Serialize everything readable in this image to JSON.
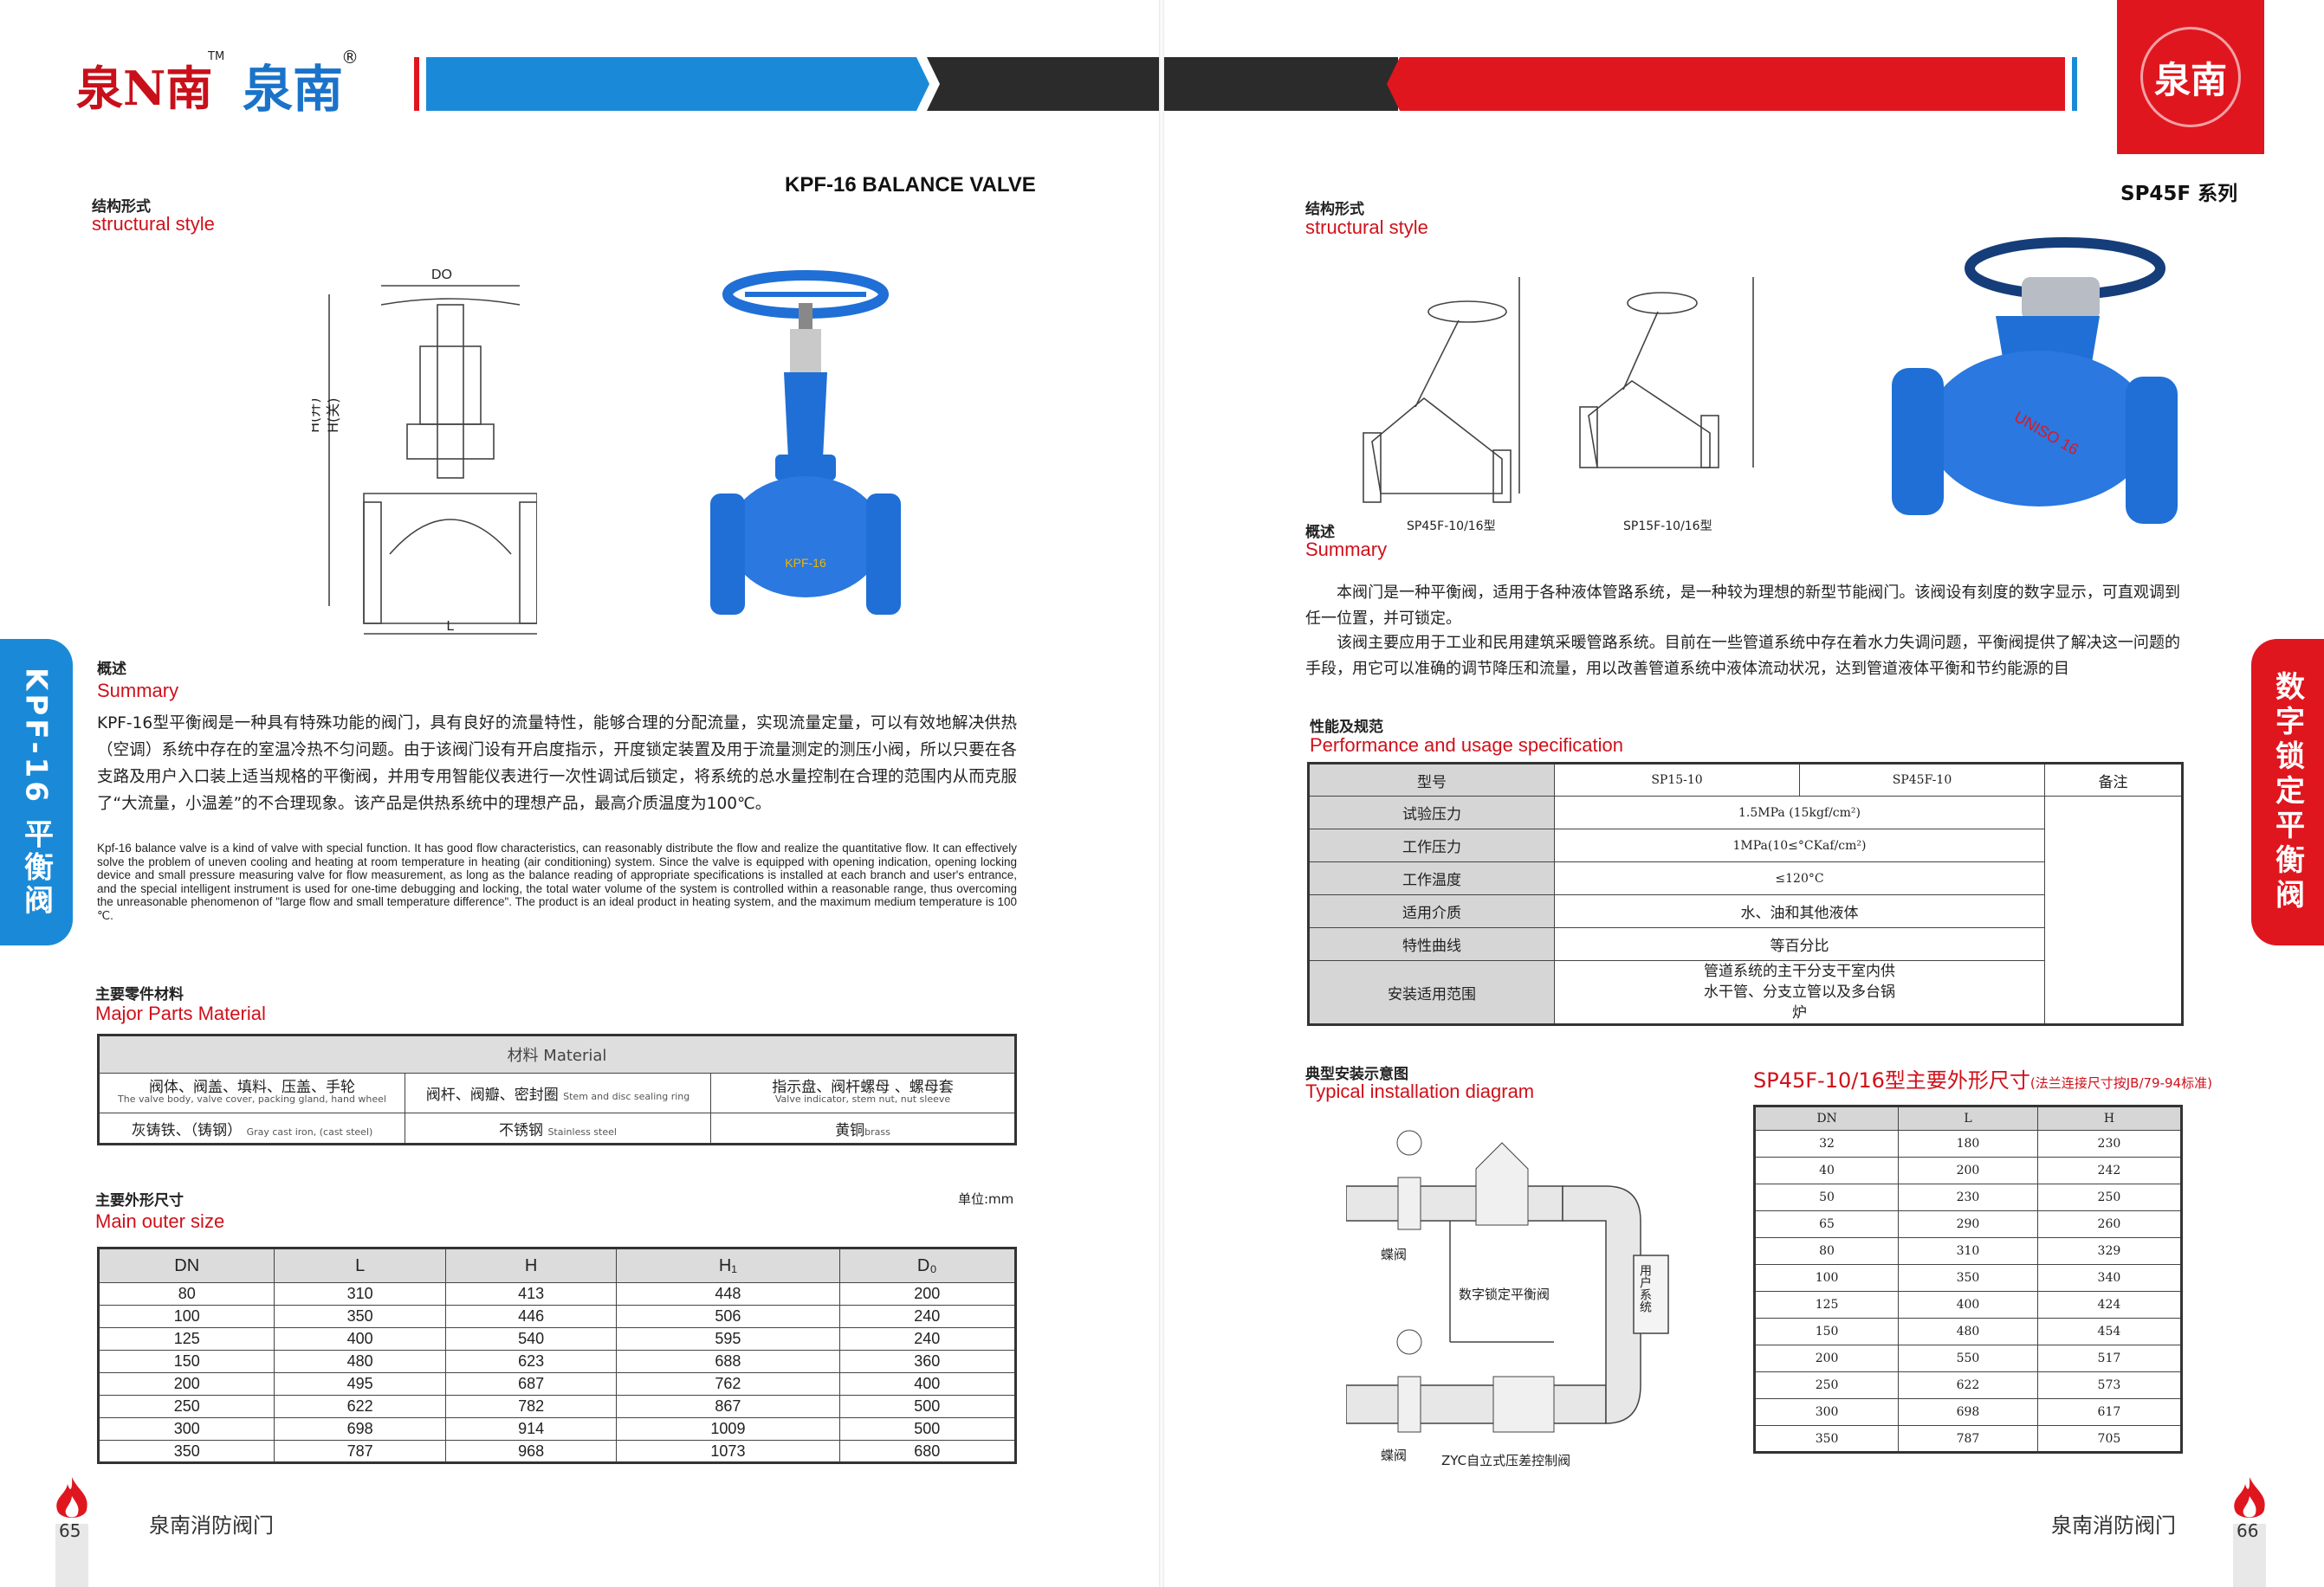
{
  "brand": {
    "mark": "泉N南",
    "tm": "TM",
    "name": "泉南",
    "reg": "®",
    "emblem": "泉南"
  },
  "colors": {
    "blue": "#1a8ad8",
    "red": "#e0161f",
    "dark": "#2b2b2b",
    "valve_blue": "#1f6fd6"
  },
  "left": {
    "product_title": "KPF-16 BALANCE VALVE",
    "structural_cn": "结构形式",
    "structural_en": "structural style",
    "drawing_labels": {
      "do": "DO",
      "h_open": "H(开)",
      "h_close": "H(关)",
      "l": "L"
    },
    "valve_marking": "KPF-16",
    "summary_cn": "概述",
    "summary_en": "Summary",
    "summary_text_cn": "KPF-16型平衡阀是一种具有特殊功能的阀门，具有良好的流量特性，能够合理的分配流量，实现流量定量，可以有效地解决供热（空调）系统中存在的室温冷热不匀问题。由于该阀门设有开启度指示，开度锁定装置及用于流量测定的测压小阀，所以只要在各支路及用户入口装上适当规格的平衡阀，并用专用智能仪表进行一次性调试后锁定，将系统的总水量控制在合理的范围内从而克服了“大流量，小温差”的不合理现象。该产品是供热系统中的理想产品，最高介质温度为100℃。",
    "summary_text_en": "Kpf-16 balance valve is a kind of valve with special function. It has good flow characteristics, can reasonably distribute the flow and realize the quantitative flow. It can effectively solve the problem of uneven cooling and heating at room temperature in heating (air conditioning) system. Since the valve is equipped with opening indication, opening locking device and small pressure measuring valve for flow measurement, as long as the balance reading of appropriate specifications is installed at each branch and user's entrance, and the special intelligent instrument is used for one-time debugging and locking, the total water volume of the system is controlled within a reasonable range, thus overcoming the unreasonable phenomenon of \"large flow and small temperature difference\". The product is an ideal product in heating system, and the maximum medium temperature is 100 ℃.",
    "parts_cn": "主要零件材料",
    "parts_en": "Major Parts Material",
    "parts_table": {
      "header": "材料 Material",
      "cols": [
        {
          "cn": "阀体、阀盖、填料、压盖、手轮",
          "en": "The valve body, valve cover, packing gland, hand wheel"
        },
        {
          "cn": "阀杆、阀瓣、密封圈",
          "en": "Stem and disc sealing ring"
        },
        {
          "cn": "指示盘、阀杆螺母 、螺母套",
          "en": "Valve indicator, stem nut, nut sleeve"
        }
      ],
      "materials": [
        {
          "cn": "灰铸铁、（铸钢）",
          "en": "Gray cast iron, (cast steel)"
        },
        {
          "cn": "不锈钢",
          "en": "Stainless steel"
        },
        {
          "cn": "黄铜",
          "en": "brass"
        }
      ]
    },
    "size_cn": "主要外形尺寸",
    "size_en": "Main outer size",
    "unit": "单位:mm",
    "size_table": {
      "headers": [
        "DN",
        "L",
        "H",
        "H₁",
        "D₀"
      ],
      "rows": [
        [
          "80",
          "310",
          "413",
          "448",
          "200"
        ],
        [
          "100",
          "350",
          "446",
          "506",
          "240"
        ],
        [
          "125",
          "400",
          "540",
          "595",
          "240"
        ],
        [
          "150",
          "480",
          "623",
          "688",
          "360"
        ],
        [
          "200",
          "495",
          "687",
          "762",
          "400"
        ],
        [
          "250",
          "622",
          "782",
          "867",
          "500"
        ],
        [
          "300",
          "698",
          "914",
          "1009",
          "500"
        ],
        [
          "350",
          "787",
          "968",
          "1073",
          "680"
        ]
      ]
    },
    "side_tab": "KPF-16 平衡阀",
    "footer": "泉南消防阀门",
    "page_number": "65"
  },
  "right": {
    "product_title": "SP45F 系列",
    "structural_cn": "结构形式",
    "structural_en": "structural style",
    "drawing_captions": [
      "SP45F-10/16型",
      "SP15F-10/16型"
    ],
    "valve_marking": "UNISO 16",
    "summary_cn": "概述",
    "summary_en": "Summary",
    "summary_p1": "本阀门是一种平衡阀，适用于各种液体管路系统，是一种较为理想的新型节能阀门。该阀设有刻度的数字显示，可直观调到任一位置，并可锁定。",
    "summary_p2": "该阀主要应用于工业和民用建筑采暖管路系统。目前在一些管道系统中存在着水力失调问题，平衡阀提供了解决这一问题的手段，用它可以准确的调节降压和流量，用以改善管道系统中液体流动状况，达到管道液体平衡和节约能源的目",
    "perf_cn": "性能及规范",
    "perf_en": "Performance and usage specification",
    "perf_table": {
      "headers": [
        "型号",
        "SP15-10",
        "SP45F-10",
        "备注"
      ],
      "rows": [
        {
          "label": "试验压力",
          "value": "1.5MPa (15kgf/cm²)"
        },
        {
          "label": "工作压力",
          "value": "1MPa(10≤°CKaf/cm²)"
        },
        {
          "label": "工作温度",
          "value": "≤120°C"
        },
        {
          "label": "适用介质",
          "value": "水、油和其他液体"
        },
        {
          "label": "特性曲线",
          "value": "等百分比"
        },
        {
          "label": "安装适用范围",
          "value": "管道系统的主干分支干室内供水干管、分支立管以及多台锅炉"
        }
      ]
    },
    "install_cn": "典型安装示意图",
    "install_en": "Typical installation diagram",
    "install_labels": {
      "butterfly": "蝶阀",
      "digital_valve": "数字锁定平衡阀",
      "user_system": "用户系统",
      "zyc": "ZYC自立式压差控制阀"
    },
    "dim_title": "SP45F-10/16型主要外形尺寸",
    "dim_note": "(法兰连接尺寸按JB/79-94标准)",
    "dim_table": {
      "headers": [
        "DN",
        "L",
        "H"
      ],
      "rows": [
        [
          "32",
          "180",
          "230"
        ],
        [
          "40",
          "200",
          "242"
        ],
        [
          "50",
          "230",
          "250"
        ],
        [
          "65",
          "290",
          "260"
        ],
        [
          "80",
          "310",
          "329"
        ],
        [
          "100",
          "350",
          "340"
        ],
        [
          "125",
          "400",
          "424"
        ],
        [
          "150",
          "480",
          "454"
        ],
        [
          "200",
          "550",
          "517"
        ],
        [
          "250",
          "622",
          "573"
        ],
        [
          "300",
          "698",
          "617"
        ],
        [
          "350",
          "787",
          "705"
        ]
      ]
    },
    "side_tab": "数字锁定平衡阀",
    "footer": "泉南消防阀门",
    "page_number": "66"
  }
}
